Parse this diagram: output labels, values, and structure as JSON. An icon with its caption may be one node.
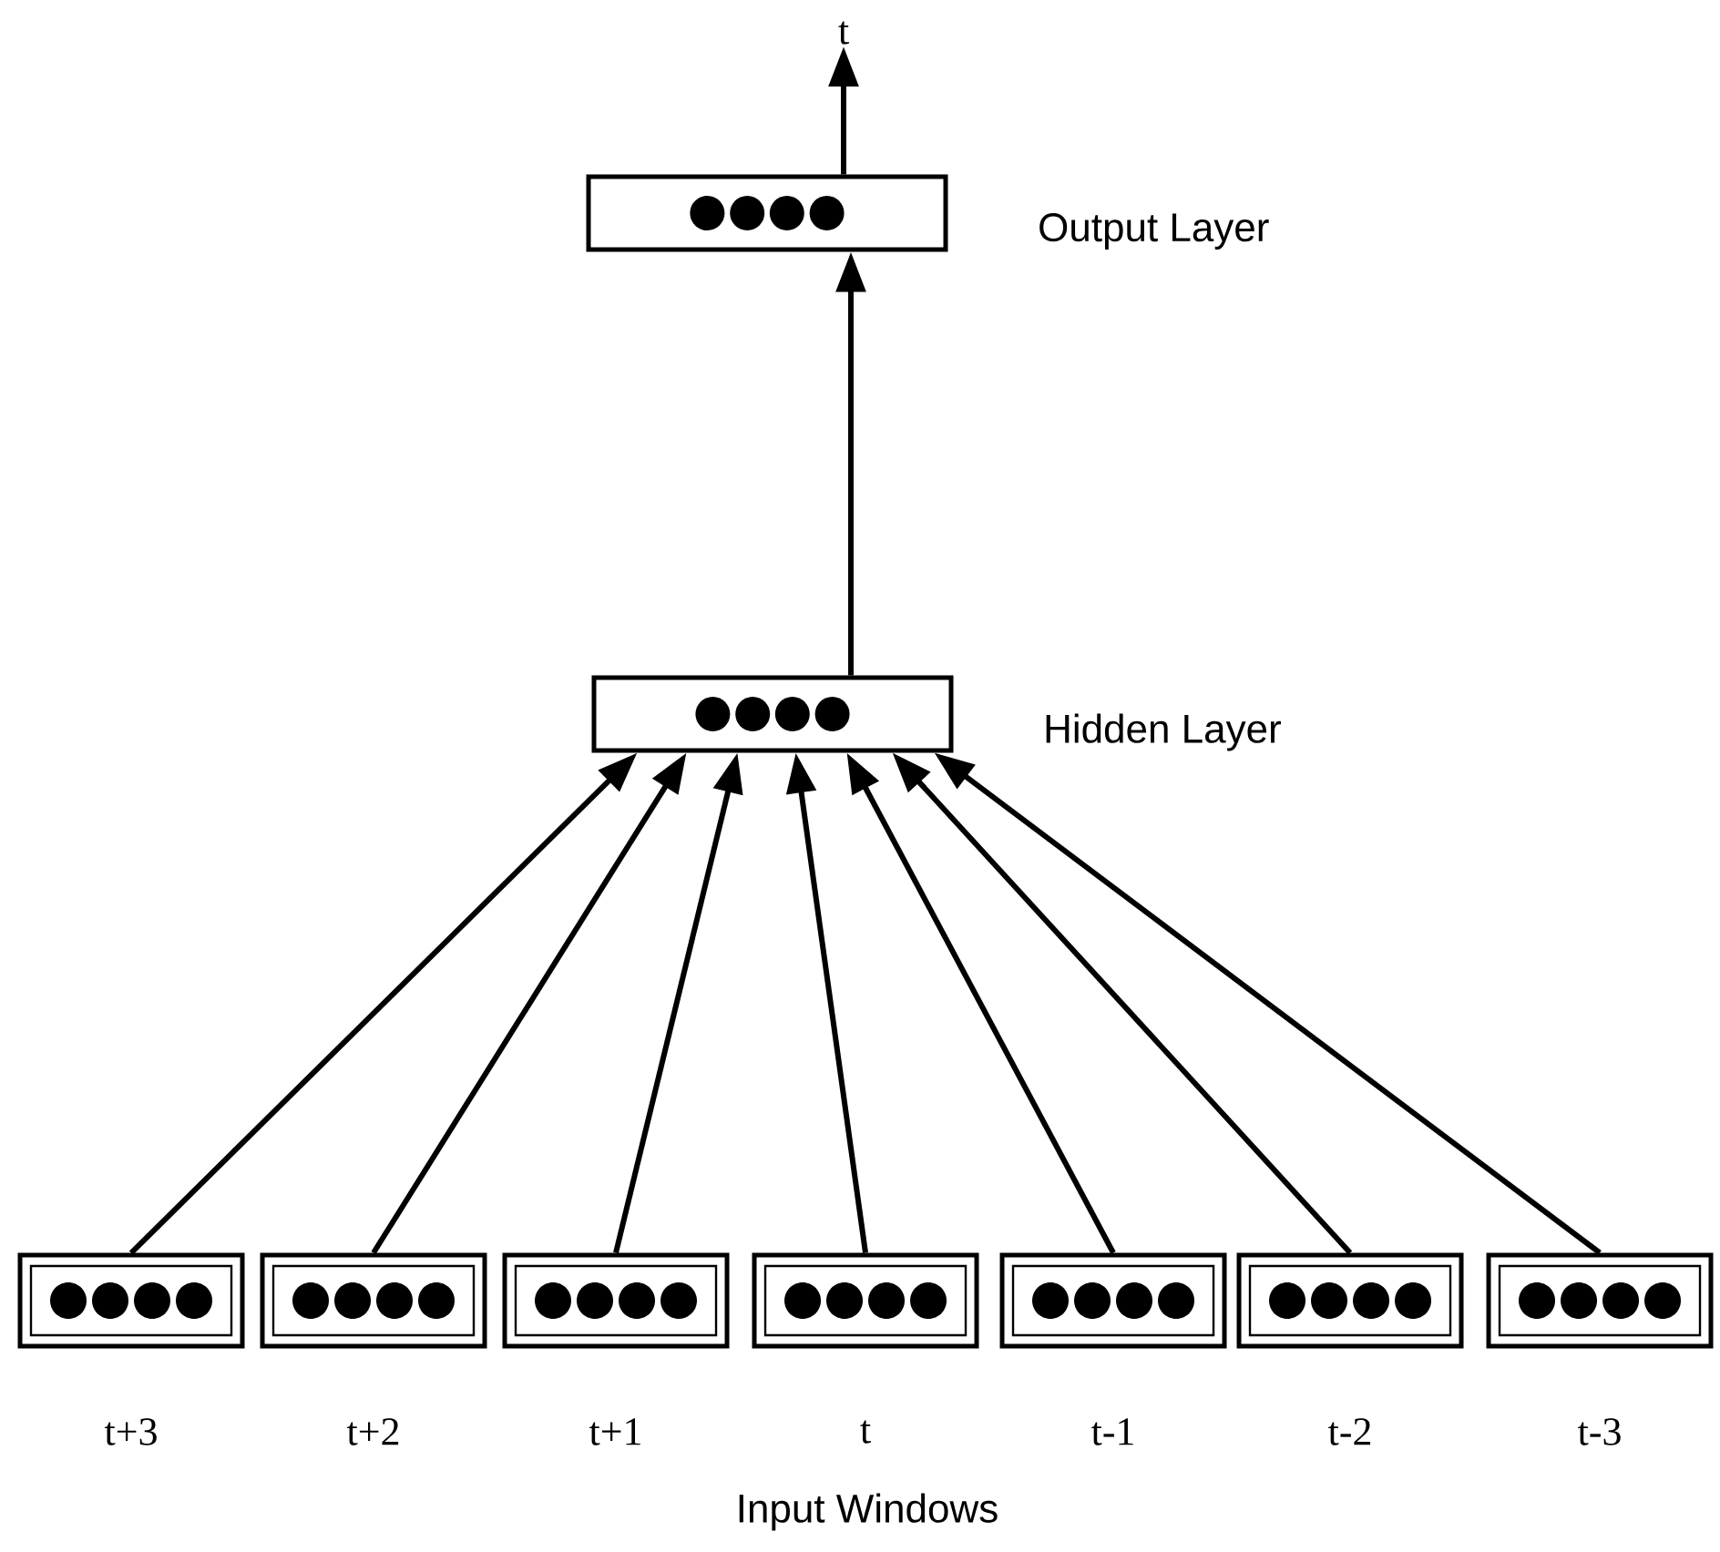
{
  "diagram": {
    "nodes": [
      {
        "text": [
          "t"
        ]
      },
      {
        "text": [
          "Output Layer"
        ]
      },
      {
        "text": [
          "Hidden Layer"
        ]
      },
      {
        "text": [
          "t+3"
        ]
      },
      {
        "text": [
          "t+2"
        ]
      },
      {
        "text": [
          "t+1"
        ]
      },
      {
        "text": [
          "t"
        ]
      },
      {
        "text": [
          "t-1"
        ]
      },
      {
        "text": [
          "t-2"
        ]
      },
      {
        "text": [
          "t-3"
        ]
      }
    ],
    "edges": [
      {
        "from": 1,
        "to": 0,
        "arrow": "to"
      },
      {
        "from": 2,
        "to": 1,
        "arrow": "to"
      },
      {
        "from": 3,
        "to": 2,
        "arrow": "to"
      },
      {
        "from": 4,
        "to": 2,
        "arrow": "to"
      },
      {
        "from": 5,
        "to": 2,
        "arrow": "to"
      },
      {
        "from": 6,
        "to": 2,
        "arrow": "to"
      },
      {
        "from": 7,
        "to": 2,
        "arrow": "to"
      },
      {
        "from": 8,
        "to": 2,
        "arrow": "to"
      },
      {
        "from": 9,
        "to": 2,
        "arrow": "to"
      }
    ],
    "labels": [
      "Input Windows"
    ]
  }
}
